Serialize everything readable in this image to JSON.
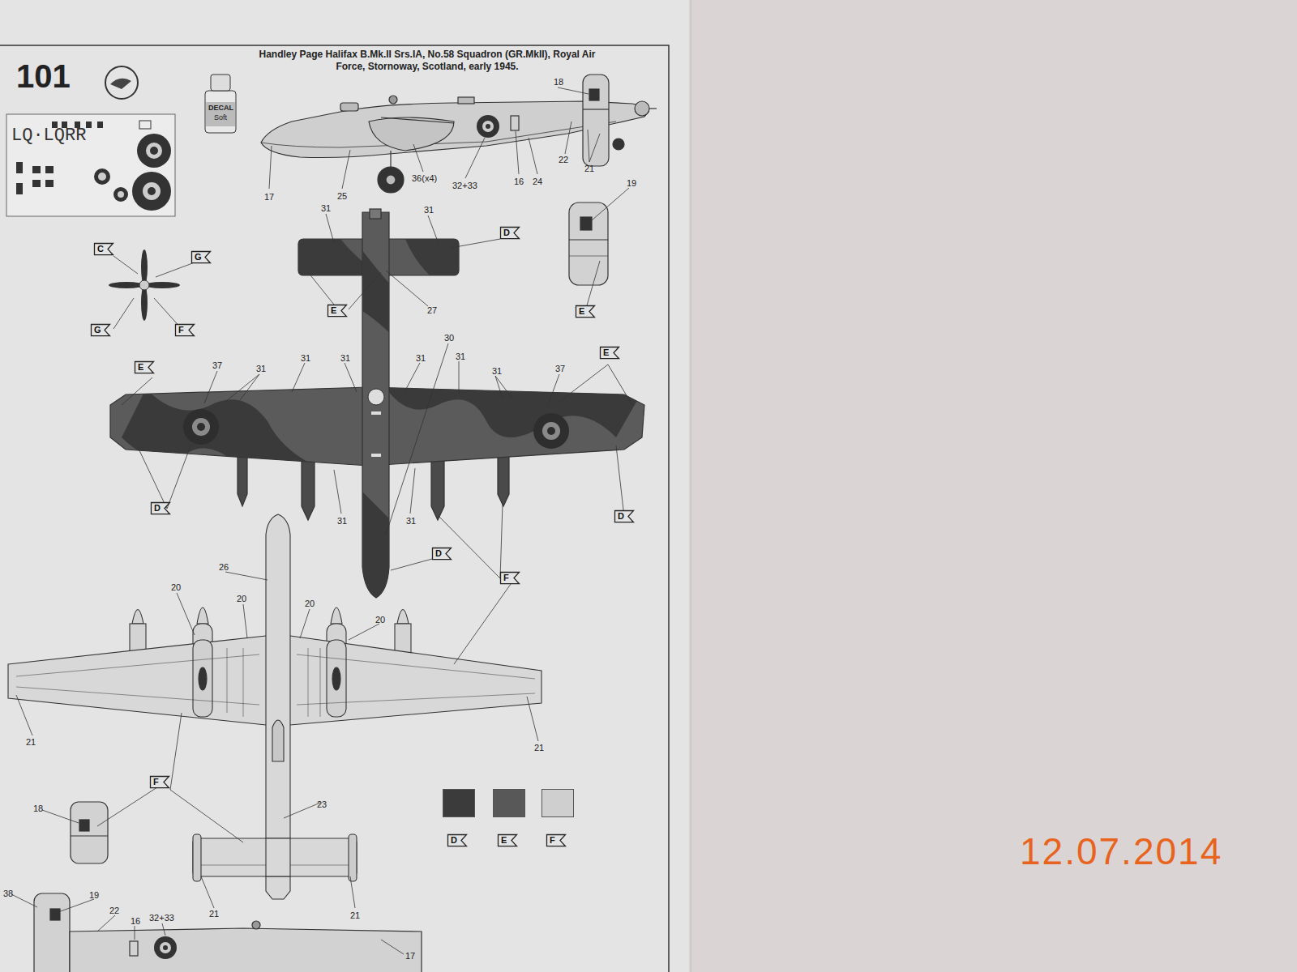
{
  "diagram": {
    "title": "Handley Page Halifax B.Mk.II Srs.IA, No.58 Squadron (GR.MkII), Royal Air Force, Stornoway, Scotland, early 1945.",
    "nodes": [
      {
        "text": [
          "C"
        ]
      },
      {
        "text": [
          "G"
        ]
      },
      {
        "text": [
          "G"
        ]
      },
      {
        "text": [
          "F"
        ]
      },
      {
        "text": [
          "D"
        ]
      },
      {
        "text": [
          "E"
        ]
      },
      {
        "text": [
          "E"
        ]
      },
      {
        "text": [
          "E"
        ]
      },
      {
        "text": [
          "E"
        ]
      },
      {
        "text": [
          "D"
        ]
      },
      {
        "text": [
          "D"
        ]
      },
      {
        "text": [
          "D"
        ]
      },
      {
        "text": [
          "F"
        ]
      },
      {
        "text": [
          "F"
        ]
      }
    ],
    "labels": [
      "101",
      "LQ·LQRR",
      "DECAL",
      "Soft",
      "18",
      "17",
      "25",
      "36(x4)",
      "32+33",
      "16",
      "24",
      "22",
      "21",
      "19",
      "31",
      "31",
      "27",
      "30",
      "37",
      "31",
      "31",
      "31",
      "31",
      "31",
      "31",
      "37",
      "31",
      "31",
      "26",
      "20",
      "20",
      "20",
      "20",
      "21",
      "21",
      "23",
      "18",
      "38",
      "19",
      "22",
      "16",
      "32+33",
      "21",
      "21",
      "17",
      "12.07.2014"
    ],
    "legend": [
      {
        "text": "D",
        "color": "#3b3b3b"
      },
      {
        "text": "E",
        "color": "#585858"
      },
      {
        "text": "F",
        "color": "#cfcfcf"
      }
    ]
  }
}
